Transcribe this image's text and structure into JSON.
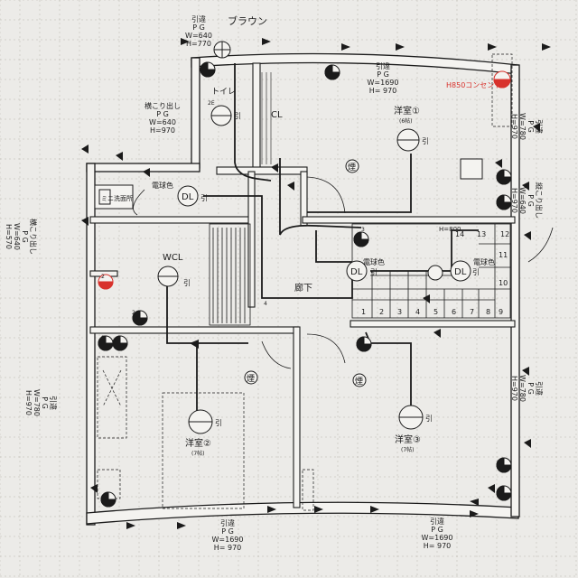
{
  "colors": {
    "paper": "#ecebe8",
    "grid": "#b9b5ad",
    "ink": "#1b1b1b",
    "wall_fill": "#f4f3f0",
    "red": "#d8322c"
  },
  "rooms": {
    "toilet": "トイレ",
    "closet": "CL",
    "room1": "洋室①",
    "room1_size": "(6帖)",
    "room2": "洋室②",
    "room2_size": "(7帖)",
    "room3": "洋室③",
    "room3_size": "(7帖)",
    "hall": "廊下",
    "wcl": "WCL",
    "washroom": "ミニ洗面所"
  },
  "notes": {
    "braun": "ブラウン",
    "h850": "H850コンセント",
    "h800": "H=800",
    "lamp_dl": "DL",
    "light_color": "電球色",
    "lead": "引",
    "smoke": "煙",
    "stair_numbers": [
      "1",
      "2",
      "3",
      "4",
      "5",
      "6",
      "7",
      "8",
      "9",
      "10",
      "11",
      "12",
      "13",
      "14"
    ],
    "small_marks": [
      "2",
      "2",
      "2",
      "2E",
      "3",
      "4",
      "8"
    ]
  },
  "pg_blocks": {
    "top_left": [
      "引違",
      "P G",
      "W=640",
      "H=770"
    ],
    "top_room1": [
      "引違",
      "P G",
      "W=1690",
      "H= 970"
    ],
    "left_upper": [
      "横こり出し",
      "P G",
      "W=640",
      "H=970"
    ],
    "right_top": [
      "引違",
      "P G",
      "W=780",
      "H=970"
    ],
    "right_mid": [
      "縦こり出し",
      "P G",
      "W=640",
      "H=970"
    ],
    "left_mid": [
      "横こり出し",
      "P G",
      "W=640",
      "H=570"
    ],
    "left_low": [
      "引違",
      "P G",
      "W=780",
      "H=970"
    ],
    "right_low": [
      "引違",
      "P G",
      "W=780",
      "H=970"
    ],
    "bottom_left": [
      "引違",
      "P G",
      "W=1690",
      "H= 970"
    ],
    "bottom_right": [
      "引違",
      "P G",
      "W=1690",
      "H= 970"
    ]
  }
}
